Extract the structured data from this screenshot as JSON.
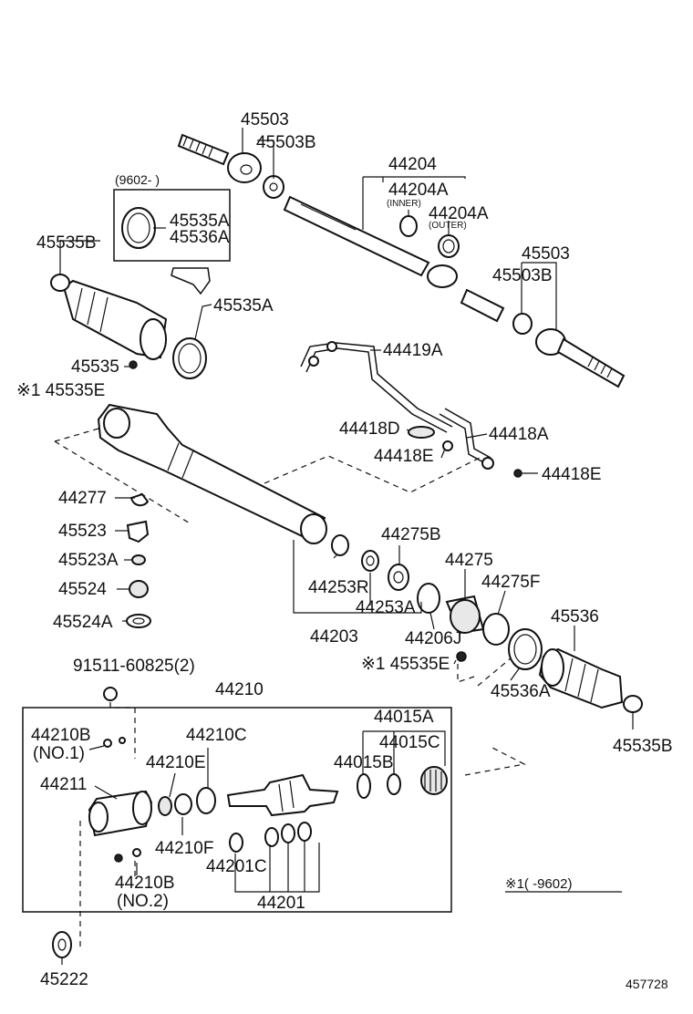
{
  "labels": {
    "l45503_top": "45503",
    "l45503b_top": "45503B",
    "l9602": "(9602-     )",
    "l45535a_box": "45535A",
    "l45536a_box": "45536A",
    "l45535b_top": "45535B",
    "l45535a": "45535A",
    "l45535": "45535",
    "l45535e_left": "※1 45535E",
    "l44204": "44204",
    "l44204a_inner": "44204A",
    "l_inner": "(INNER)",
    "l44204a_outer": "44204A",
    "l_outer": "(OUTER)",
    "l45503_right": "45503",
    "l45503b_right": "45503B",
    "l44419a": "44419A",
    "l44418d": "44418D",
    "l44418a": "44418A",
    "l44418e_mid": "44418E",
    "l44418e_right": "44418E",
    "l44277": "44277",
    "l45523": "45523",
    "l45523a": "45523A",
    "l45524": "45524",
    "l45524a": "45524A",
    "l44275b": "44275B",
    "l44275": "44275",
    "l44275f": "44275F",
    "l44253r": "44253R",
    "l44253a": "44253A",
    "l44203": "44203",
    "l44206j": "44206J",
    "l45536": "45536",
    "l45535e_right": "※1 45535E",
    "l45536a_right": "45536A",
    "l45535b_right": "45535B",
    "l91511": "91511-60825(2)",
    "l44210": "44210",
    "l44210b_no1": "44210B",
    "l_no1": "(NO.1)",
    "l44210c": "44210C",
    "l44210e": "44210E",
    "l44211": "44211",
    "l44015a": "44015A",
    "l44015c": "44015C",
    "l44015b": "44015B",
    "l44210f": "44210F",
    "l44201c": "44201C",
    "l44201": "44201",
    "l44210b_no2": "44210B",
    "l_no2": "(NO.2)",
    "l_note": "※1(      -9602)",
    "l45222": "45222",
    "l_ref": "457728"
  }
}
